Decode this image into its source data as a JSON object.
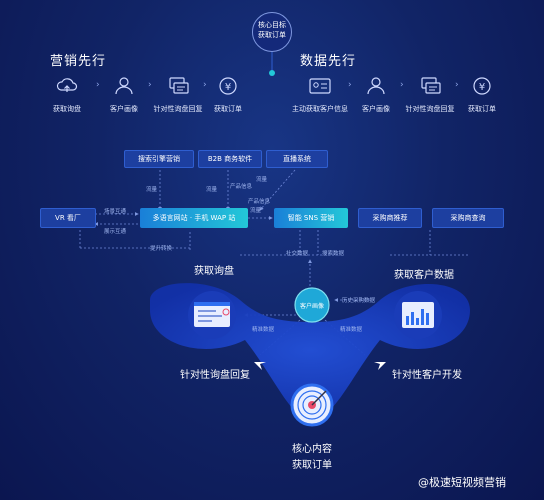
{
  "top_badge": {
    "line1": "核心目标",
    "line2": "获取订单"
  },
  "left_section": {
    "title": "营销先行",
    "steps": [
      {
        "icon": "cloud-upload-icon",
        "label": "获取询盘"
      },
      {
        "icon": "user-icon",
        "label": "客户画像"
      },
      {
        "icon": "chat-icon",
        "label": "针对性询盘回复"
      },
      {
        "icon": "yen-icon",
        "label": "获取订单"
      }
    ]
  },
  "right_section": {
    "title": "数据先行",
    "steps": [
      {
        "icon": "id-card-icon",
        "label": "主动获取客户信息"
      },
      {
        "icon": "user-icon",
        "label": "客户画像"
      },
      {
        "icon": "chat-icon",
        "label": "针对性询盘回复"
      },
      {
        "icon": "yen-icon",
        "label": "获取订单"
      }
    ]
  },
  "diagram": {
    "boxes": {
      "search": "搜索引擎营销",
      "b2b": "B2B 商务软件",
      "live": "直播系统",
      "vr": "VR 看厂",
      "site": "多语言网站 · 手机 WAP 站",
      "sns": "智能 SNS 营销",
      "buyer_recommend": "采购商推荐",
      "buyer_query": "采购商查询"
    },
    "edge_labels": {
      "traffic1": "流量",
      "traffic2": "流量",
      "product_info1": "产品信息",
      "traffic3": "流量",
      "product_info2": "产品信息",
      "traffic4": "流量",
      "link_interact1": "场景互通",
      "link_interact2": "展示互通",
      "improve_conversion": "提升转换",
      "social_data": "社交数据",
      "collect_data": "搜索数据",
      "history_data": "历史采购数据",
      "precise_data1": "精准数据",
      "precise_data2": "精准数据"
    },
    "captions": {
      "get_inquiry": "获取询盘",
      "get_customer_data": "获取客户数据",
      "customer_portrait": "客户画像",
      "targeted_reply": "针对性询盘回复",
      "targeted_development": "针对性客户开发",
      "core_line1": "核心内容",
      "core_line2": "获取订单"
    }
  },
  "watermark": "@极速短视频营销",
  "colors": {
    "background": "#0f1d5e",
    "accent": "#23c8d8",
    "box": "#1d3fa0"
  }
}
